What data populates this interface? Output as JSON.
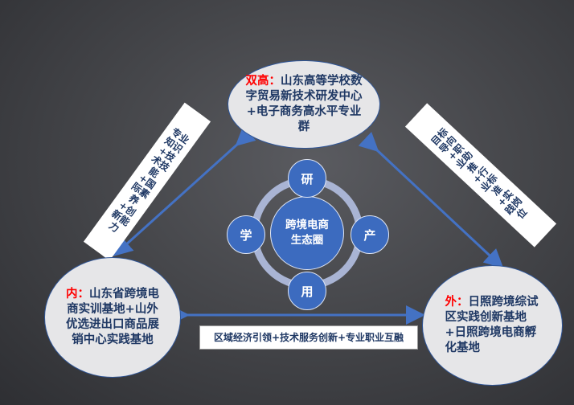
{
  "top_node": {
    "prefix": "双高：",
    "text": "山东高等学校数字贸易新技术研发中心+电子商务高水平专业群"
  },
  "left_node": {
    "prefix": "内：",
    "text": "山东省跨境电商实训基地+山外优选进出口商品展销中心实践基地"
  },
  "right_node": {
    "prefix": "外：",
    "text": "日照跨境综试区实践创新基地+日照跨境电商孵化基地"
  },
  "center": {
    "title": "跨境电商生态圈",
    "top": "研",
    "left": "学",
    "right": "产",
    "bottom": "用"
  },
  "left_label": "专业知识+技术技能+国际素养+创新能力",
  "right_label": "目标导向+职业助推+行业标准+实践岗位",
  "bottom_label": "区域经济引领+技术服务创新+专业职业互融",
  "colors": {
    "arrow": "#4472c4",
    "accent_red": "#ff0000",
    "text_navy": "#1f3864"
  }
}
